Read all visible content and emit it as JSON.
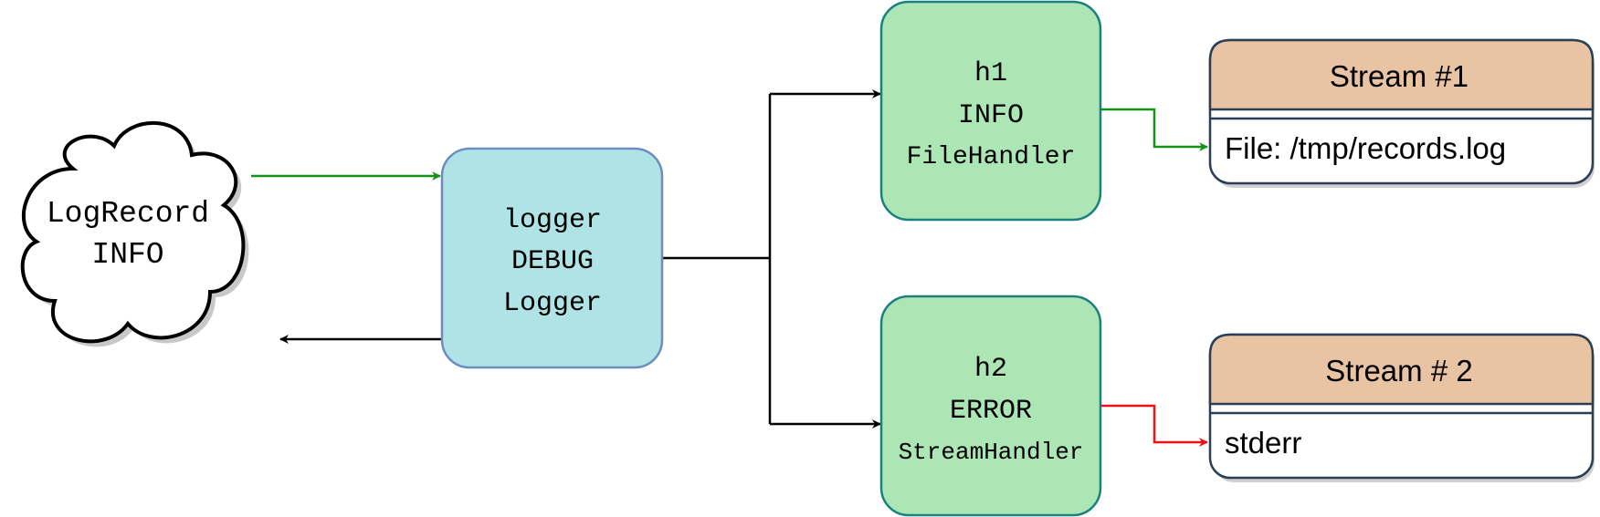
{
  "cloud": {
    "line1": "LogRecord",
    "line2": "INFO"
  },
  "logger": {
    "name": "logger",
    "level": "DEBUG",
    "type": "Logger"
  },
  "handlers": [
    {
      "name": "h1",
      "level": "INFO",
      "type": "FileHandler"
    },
    {
      "name": "h2",
      "level": "ERROR",
      "type": "StreamHandler"
    }
  ],
  "streams": [
    {
      "title": "Stream #1",
      "target": "File: /tmp/records.log"
    },
    {
      "title": "Stream # 2",
      "target": "stderr"
    }
  ],
  "colors": {
    "cloud_fill": "#ffffff",
    "logger_fill": "#b0e3e6",
    "logger_stroke": "#6c8ebf",
    "handler_fill": "#abe6b4",
    "handler_stroke": "#1a8080",
    "stream_header_fill": "#e8c4a4",
    "stream_stroke": "#2a3f55",
    "arrow_green": "#149414",
    "arrow_red": "#ee1111",
    "arrow_black": "#000000"
  }
}
